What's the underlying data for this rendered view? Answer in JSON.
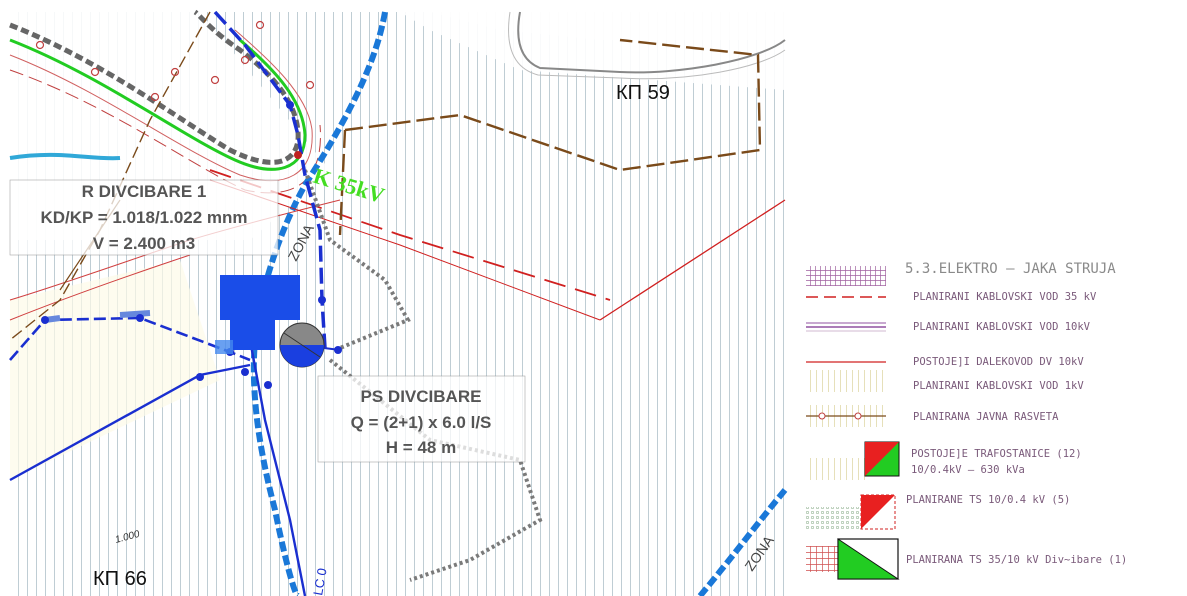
{
  "map": {
    "labels": {
      "kp59": "КП 59",
      "kp66": "КП 66",
      "k35": "K 35kV",
      "zona1": "ZONA",
      "zona2": "ZONA",
      "contour": "1.000",
      "lc": "LC 0"
    },
    "reservoir": {
      "name": "R DIVCIBARE 1",
      "kd": "KD/KP = 1.018/1.022 mnm",
      "volume": "V = 2.400 m3"
    },
    "pump_station": {
      "name": "PS DIVCIBARE",
      "flow": "Q = (2+1) x 6.0 l/S",
      "head": "H = 48 m"
    }
  },
  "legend": {
    "title": "5.3.ELEKTRO  –  JAKA STRUJA",
    "items": [
      {
        "text": "PLANIRANI KABLOVSKI VOD 35 kV",
        "icon": "dashed-red-line-with-purple-grid"
      },
      {
        "text": "PLANIRANI KABLOVSKI VOD 10kV",
        "icon": "purple-line"
      },
      {
        "text": "POSTOJE]I DALEKOVOD DV 10kV",
        "icon": "red-line"
      },
      {
        "text": "PLANIRANI KABLOVSKI VOD 1kV",
        "icon": "light-hatch"
      },
      {
        "text": "PLANIRANA JAVNA RASVETA",
        "icon": "brown-line-with-circles"
      },
      {
        "text": "POSTOJE]E TRAFOSTANICE (12)",
        "icon": "red-green-triangle-square"
      },
      {
        "text": "10/0.4kV  – 630 kVa",
        "icon": ""
      },
      {
        "text": "PLANIRANE TS 10/0.4 kV (5)",
        "icon": "red-triangle-dotted-square"
      },
      {
        "text": "PLANIRANA TS 35/10 kV Div~ibare (1)",
        "icon": "green-triangle-square"
      }
    ]
  },
  "colors": {
    "hatch": "#b8c8d0",
    "water": "#1a78d8",
    "pipe_blue": "#1a2fd0",
    "red": "#d02020",
    "brown": "#7a4a1a",
    "green": "#22cc22",
    "legend_text": "#7a5a7a"
  }
}
